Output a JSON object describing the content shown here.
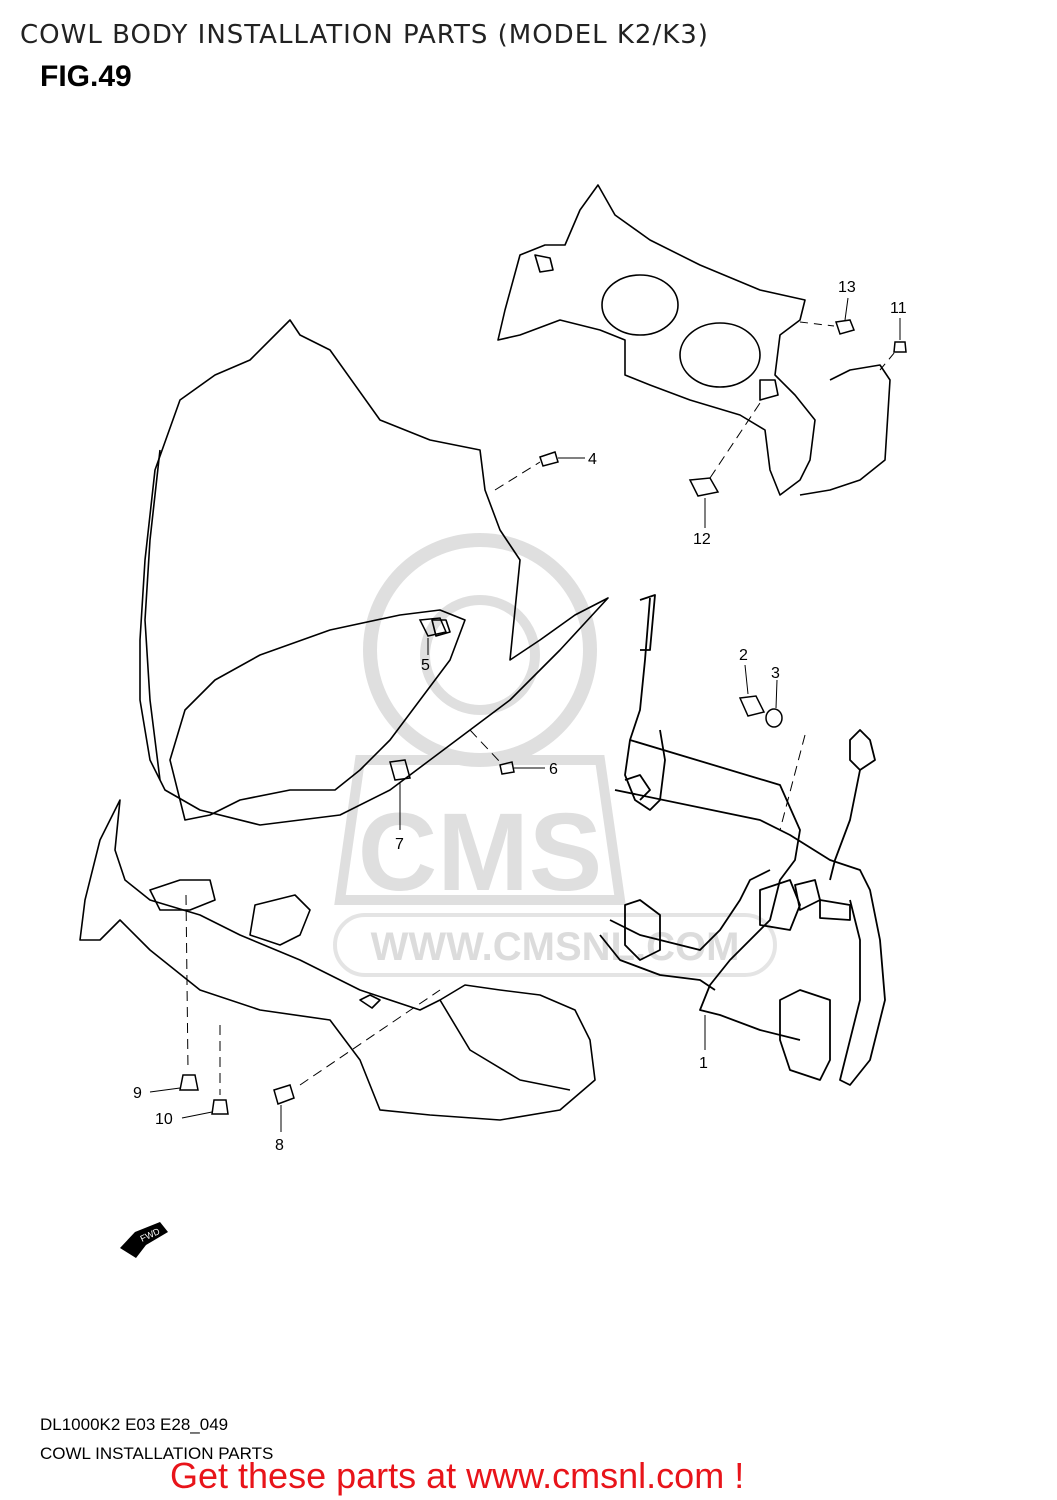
{
  "header": {
    "title": "COWL BODY INSTALLATION PARTS (MODEL K2/K3)",
    "figure": "FIG.49"
  },
  "callouts": [
    "1",
    "2",
    "3",
    "4",
    "5",
    "6",
    "7",
    "8",
    "9",
    "10",
    "11",
    "12",
    "13"
  ],
  "watermark": {
    "brand": "CMS",
    "url": "WWW.CMSNL.COM"
  },
  "direction_arrow": "FWD",
  "footer": {
    "model_code": "DL1000K2 E03 E28_049",
    "description": "COWL INSTALLATION PARTS",
    "cta": "Get these parts at www.cmsnl.com !"
  },
  "colors": {
    "cta": "#e8141a",
    "watermark": "#d9d9d9",
    "line": "#000000"
  }
}
